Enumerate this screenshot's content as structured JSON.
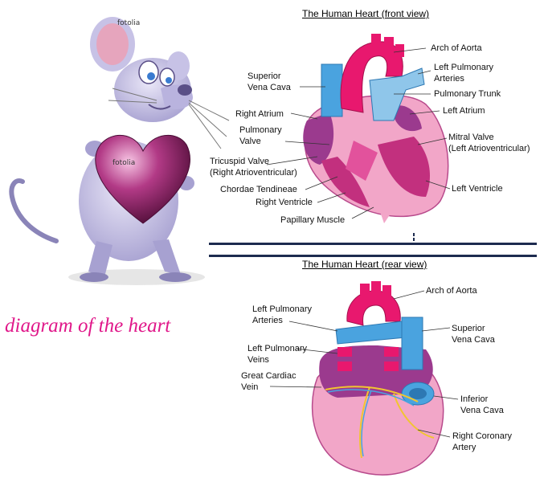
{
  "watermarks": [
    "fotolia",
    "fotolia"
  ],
  "caption": "diagram of the heart",
  "front": {
    "title": "The Human Heart (front view)",
    "labels": {
      "arch_of_aorta": "Arch of Aorta",
      "superior_vena_cava": [
        "Superior",
        "Vena Cava"
      ],
      "left_pulmonary_arteries": [
        "Left Pulmonary",
        "Arteries"
      ],
      "pulmonary_trunk": "Pulmonary Trunk",
      "right_atrium": "Right Atrium",
      "left_atrium": "Left Atrium",
      "pulmonary_valve": [
        "Pulmonary",
        "Valve"
      ],
      "mitral_valve": [
        "Mitral Valve",
        "(Left Atrioventricular)"
      ],
      "tricuspid_valve": [
        "Tricuspid Valve",
        "(Right Atrioventricular)"
      ],
      "chordae_tendineae": "Chordae Tendineae",
      "left_ventricle": "Left Ventricle",
      "right_ventricle": "Right Ventricle",
      "papillary_muscle": "Papillary Muscle"
    }
  },
  "rear": {
    "title": "The Human Heart (rear view)",
    "labels": {
      "arch_of_aorta": "Arch of Aorta",
      "left_pulmonary_arteries": [
        "Left Pulmonary",
        "Arteries"
      ],
      "superior_vena_cava": [
        "Superior",
        "Vena Cava"
      ],
      "left_pulmonary_veins": [
        "Left Pulmonary",
        "Veins"
      ],
      "great_cardiac_vein": [
        "Great Cardiac",
        "Vein"
      ],
      "inferior_vena_cava": [
        "Inferior",
        "Vena Cava"
      ],
      "right_coronary_artery": [
        "Right Coronary",
        "Artery"
      ]
    }
  },
  "colors": {
    "caption": "#e0188a",
    "aorta": "#e8186e",
    "vena_cava": "#4aa3df",
    "heart_muscle": "#f2a6c8",
    "heart_dark": "#9b3a8e",
    "divider": "#1d2b4f"
  },
  "icons": [
    "mouse-illustration",
    "heart-icon",
    "front-heart-illustration",
    "rear-heart-illustration"
  ]
}
